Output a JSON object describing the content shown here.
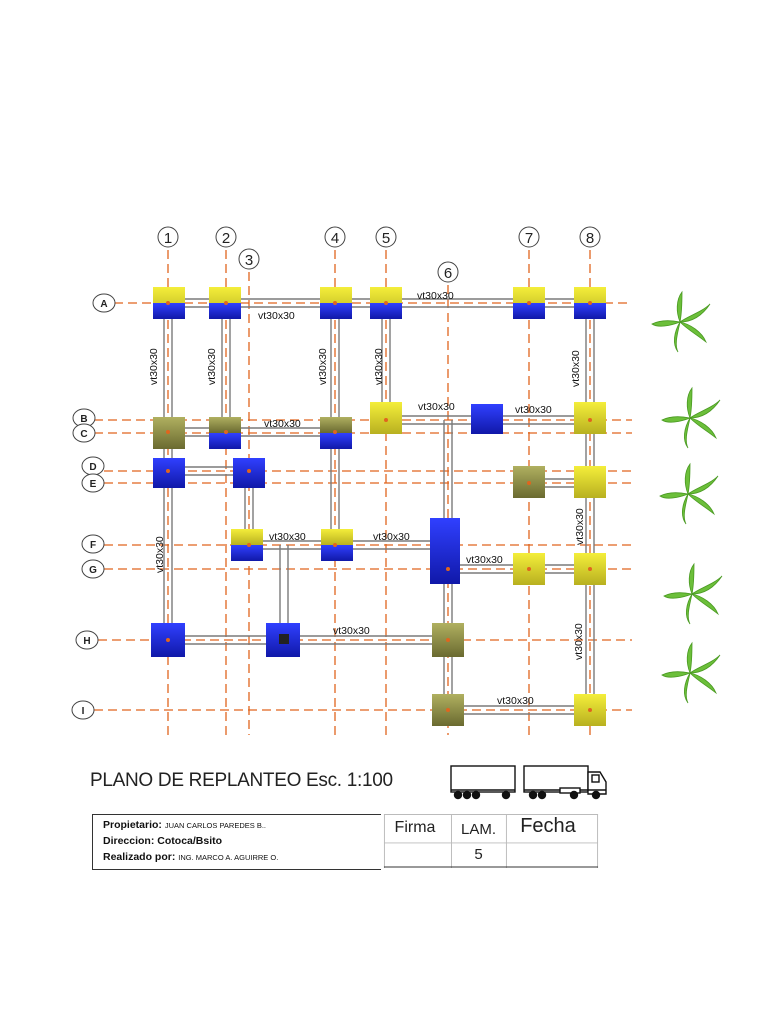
{
  "plan": {
    "columns": [
      "1",
      "2",
      "3",
      "4",
      "5",
      "6",
      "7",
      "8"
    ],
    "rows": [
      "A",
      "B",
      "C",
      "D",
      "E",
      "F",
      "G",
      "H",
      "I"
    ],
    "beam_label": "vt30x30"
  },
  "title": "PLANO DE REPLANTEO Esc. 1:100",
  "title_block": {
    "owner_label": "Propietario:",
    "owner_value": "JUAN CARLOS PAREDES B..",
    "address_label": "Direccion:",
    "address_value": "Cotoca/Bsito",
    "author_label": "Realizado por:",
    "author_value": "ING. MARCO A. AGUIRRE O.",
    "firma_label": "Firma",
    "lam_label": "LAM.",
    "lam_value": "5",
    "fecha_label": "Fecha"
  },
  "colors": {
    "axis": "#e0651e",
    "beam": "#7a7a7a",
    "column_blue": "#1a22cc",
    "column_yellow": "#e9e020",
    "column_olive": "#8a8a40",
    "tree": "#6cbf3a"
  }
}
